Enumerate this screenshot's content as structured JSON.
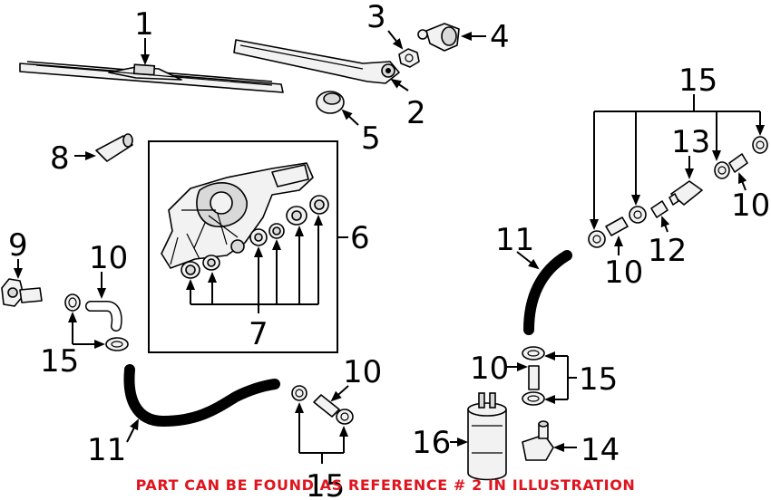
{
  "labels": {
    "n1": "1",
    "n2": "2",
    "n3": "3",
    "n4": "4",
    "n5": "5",
    "n6": "6",
    "n7": "7",
    "n8": "8",
    "n9": "9",
    "n10a": "10",
    "n10b": "10",
    "n10c": "10",
    "n10d": "10",
    "n10e": "10",
    "n11a": "11",
    "n11b": "11",
    "n12": "12",
    "n13": "13",
    "n14": "14",
    "n15a": "15",
    "n15b": "15",
    "n15c": "15",
    "n15d": "15",
    "n16": "16"
  },
  "footer": {
    "note": "PART CAN BE FOUND AS REFERENCE # 2 IN ILLUSTRATION"
  },
  "colors": {
    "note": "#e0141e",
    "line": "#000000",
    "background": "#ffffff"
  }
}
